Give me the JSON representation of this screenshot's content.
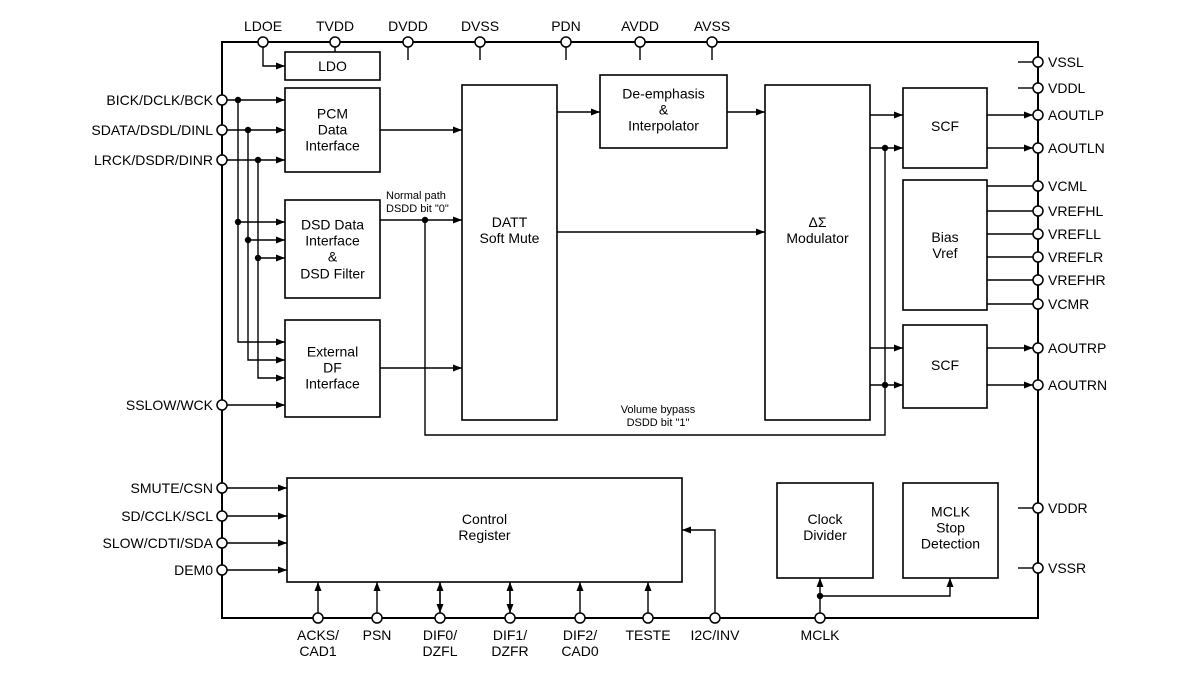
{
  "colors": {
    "line": "#000000",
    "background": "#ffffff"
  },
  "blocks": {
    "ldo": "LDO",
    "pcm": "PCM\nData\nInterface",
    "dsd": "DSD Data\nInterface\n&\nDSD Filter",
    "ext_df": "External\nDF\nInterface",
    "datt": "DATT\nSoft Mute",
    "deemphasis": "De-emphasis\n&\nInterpolator",
    "delta_sigma": "ΔΣ\nModulator",
    "scf_left": "SCF",
    "bias_vref": "Bias\nVref",
    "scf_right": "SCF",
    "control_register": "Control\nRegister",
    "clock_divider": "Clock\nDivider",
    "mclk_stop": "MCLK\nStop\nDetection"
  },
  "pins": {
    "top": [
      "LDOE",
      "TVDD",
      "DVDD",
      "DVSS",
      "PDN",
      "AVDD",
      "AVSS"
    ],
    "left": [
      "BICK/DCLK/BCK",
      "SDATA/DSDL/DINL",
      "LRCK/DSDR/DINR",
      "SSLOW/WCK",
      "SMUTE/CSN",
      "SD/CCLK/SCL",
      "SLOW/CDTI/SDA",
      "DEM0"
    ],
    "right": [
      "VSSL",
      "VDDL",
      "AOUTLP",
      "AOUTLN",
      "VCML",
      "VREFHL",
      "VREFLL",
      "VREFLR",
      "VREFHR",
      "VCMR",
      "AOUTRP",
      "AOUTRN",
      "VDDR",
      "VSSR"
    ],
    "bottom": [
      "ACKS/\nCAD1",
      "PSN",
      "DIF0/\nDZFL",
      "DIF1/\nDZFR",
      "DIF2/\nCAD0",
      "TESTE",
      "I2C/INV",
      "MCLK"
    ]
  },
  "annotations": {
    "normal_path": "Normal path\nDSDD bit \"0\"",
    "volume_bypass": "Volume bypass\nDSDD bit \"1\""
  }
}
